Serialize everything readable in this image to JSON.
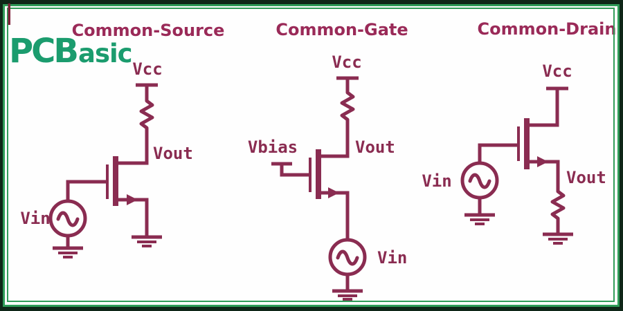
{
  "logo": {
    "prefix": "PCB",
    "suffix": "asic"
  },
  "colors": {
    "circuit": "#8a2c51",
    "title": "#9a2a58",
    "logo_green": "#1b9c6e",
    "border_green": "#2f9c58",
    "frame_dark": "#0f2718",
    "accent_red": "#7c2038",
    "bg": "#fefefe"
  },
  "circuits": [
    {
      "title": "Common-Source",
      "labels": {
        "supply": "Vcc",
        "output": "Vout",
        "input": "Vin"
      }
    },
    {
      "title": "Common-Gate",
      "labels": {
        "supply": "Vcc",
        "output": "Vout",
        "input": "Vin",
        "bias": "Vbias"
      }
    },
    {
      "title": "Common-Drain",
      "labels": {
        "supply": "Vcc",
        "output": "Vout",
        "input": "Vin"
      }
    }
  ]
}
